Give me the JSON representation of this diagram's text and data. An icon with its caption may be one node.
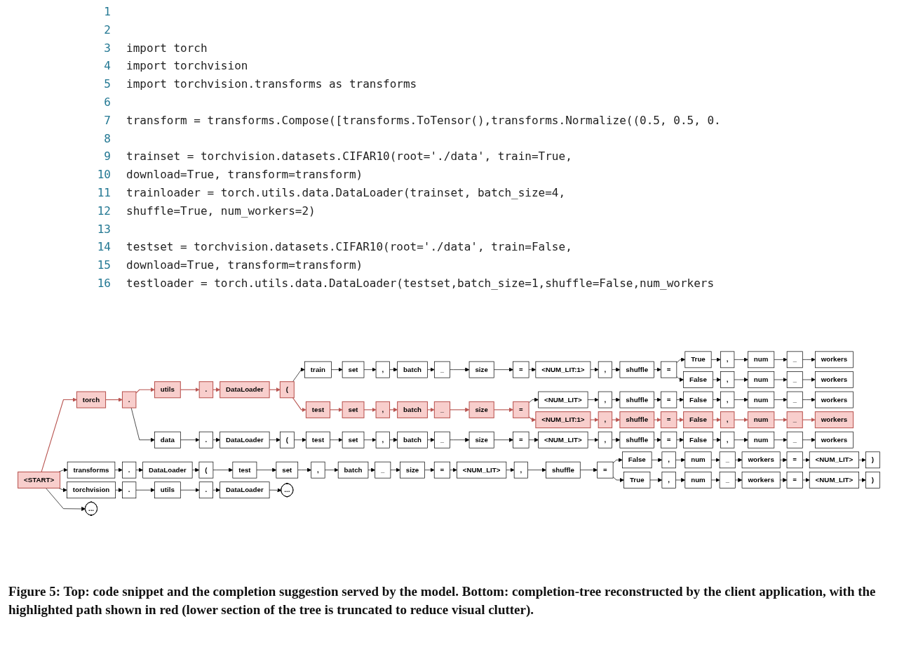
{
  "diagram": {
    "caption": "Figure 5: Top: code snippet and the completion suggestion served by the model. Bottom: completion-tree reconstructed by the client application, with the highlighted path shown in red (lower section of the tree is truncated to reduce visual clutter).",
    "nodes": [
      {
        "text": [
          "<START>"
        ]
      },
      {
        "text": [
          "torch"
        ]
      },
      {
        "text": [
          "."
        ]
      },
      {
        "text": [
          "utils"
        ]
      },
      {
        "text": [
          "."
        ]
      },
      {
        "text": [
          "DataLoader"
        ]
      },
      {
        "text": [
          "("
        ]
      },
      {
        "text": [
          "train"
        ]
      },
      {
        "text": [
          "set"
        ]
      },
      {
        "text": [
          ","
        ]
      },
      {
        "text": [
          "batch"
        ]
      },
      {
        "text": [
          "_"
        ]
      },
      {
        "text": [
          "size"
        ]
      },
      {
        "text": [
          "="
        ]
      },
      {
        "text": [
          "<NUM_LIT:1>"
        ]
      },
      {
        "text": [
          ","
        ]
      },
      {
        "text": [
          "shuffle"
        ]
      },
      {
        "text": [
          "="
        ]
      },
      {
        "text": [
          "True"
        ]
      },
      {
        "text": [
          ","
        ]
      },
      {
        "text": [
          "num"
        ]
      },
      {
        "text": [
          "_"
        ]
      },
      {
        "text": [
          "workers"
        ]
      },
      {
        "text": [
          "False"
        ]
      },
      {
        "text": [
          ","
        ]
      },
      {
        "text": [
          "num"
        ]
      },
      {
        "text": [
          "_"
        ]
      },
      {
        "text": [
          "workers"
        ]
      },
      {
        "text": [
          "test"
        ]
      },
      {
        "text": [
          "set"
        ]
      },
      {
        "text": [
          ","
        ]
      },
      {
        "text": [
          "batch"
        ]
      },
      {
        "text": [
          "_"
        ]
      },
      {
        "text": [
          "size"
        ]
      },
      {
        "text": [
          "="
        ]
      },
      {
        "text": [
          "<NUM_LIT>"
        ]
      },
      {
        "text": [
          ","
        ]
      },
      {
        "text": [
          "shuffle"
        ]
      },
      {
        "text": [
          "="
        ]
      },
      {
        "text": [
          "False"
        ]
      },
      {
        "text": [
          ","
        ]
      },
      {
        "text": [
          "num"
        ]
      },
      {
        "text": [
          "_"
        ]
      },
      {
        "text": [
          "workers"
        ]
      },
      {
        "text": [
          "<NUM_LIT:1>"
        ]
      },
      {
        "text": [
          ","
        ]
      },
      {
        "text": [
          "shuffle"
        ]
      },
      {
        "text": [
          "="
        ]
      },
      {
        "text": [
          "False"
        ]
      },
      {
        "text": [
          ","
        ]
      },
      {
        "text": [
          "num"
        ]
      },
      {
        "text": [
          "_"
        ]
      },
      {
        "text": [
          "workers"
        ]
      },
      {
        "text": [
          "data"
        ]
      },
      {
        "text": [
          "."
        ]
      },
      {
        "text": [
          "DataLoader"
        ]
      },
      {
        "text": [
          "("
        ]
      },
      {
        "text": [
          "test"
        ]
      },
      {
        "text": [
          "set"
        ]
      },
      {
        "text": [
          ","
        ]
      },
      {
        "text": [
          "batch"
        ]
      },
      {
        "text": [
          "_"
        ]
      },
      {
        "text": [
          "size"
        ]
      },
      {
        "text": [
          "="
        ]
      },
      {
        "text": [
          "<NUM_LIT>"
        ]
      },
      {
        "text": [
          ","
        ]
      },
      {
        "text": [
          "shuffle"
        ]
      },
      {
        "text": [
          "="
        ]
      },
      {
        "text": [
          "False"
        ]
      },
      {
        "text": [
          ","
        ]
      },
      {
        "text": [
          "num"
        ]
      },
      {
        "text": [
          "_"
        ]
      },
      {
        "text": [
          "workers"
        ]
      },
      {
        "text": [
          "transforms"
        ]
      },
      {
        "text": [
          "."
        ]
      },
      {
        "text": [
          "DataLoader"
        ]
      },
      {
        "text": [
          "("
        ]
      },
      {
        "text": [
          "test"
        ]
      },
      {
        "text": [
          "set"
        ]
      },
      {
        "text": [
          ","
        ]
      },
      {
        "text": [
          "batch"
        ]
      },
      {
        "text": [
          "_"
        ]
      },
      {
        "text": [
          "size"
        ]
      },
      {
        "text": [
          "="
        ]
      },
      {
        "text": [
          "<NUM_LIT>"
        ]
      },
      {
        "text": [
          ","
        ]
      },
      {
        "text": [
          "shuffle"
        ]
      },
      {
        "text": [
          "="
        ]
      },
      {
        "text": [
          "False"
        ]
      },
      {
        "text": [
          ","
        ]
      },
      {
        "text": [
          "num"
        ]
      },
      {
        "text": [
          "_"
        ]
      },
      {
        "text": [
          "workers"
        ]
      },
      {
        "text": [
          "="
        ]
      },
      {
        "text": [
          "<NUM_LIT>"
        ]
      },
      {
        "text": [
          ")"
        ]
      },
      {
        "text": [
          "True"
        ]
      },
      {
        "text": [
          ","
        ]
      },
      {
        "text": [
          "num"
        ]
      },
      {
        "text": [
          "_"
        ]
      },
      {
        "text": [
          "workers"
        ]
      },
      {
        "text": [
          "="
        ]
      },
      {
        "text": [
          "<NUM_LIT>"
        ]
      },
      {
        "text": [
          ")"
        ]
      },
      {
        "text": [
          "torchvision"
        ]
      },
      {
        "text": [
          "."
        ]
      },
      {
        "text": [
          "utils"
        ]
      },
      {
        "text": [
          "."
        ]
      },
      {
        "text": [
          "DataLoader"
        ]
      },
      {
        "text": [
          "..."
        ]
      },
      {
        "text": [
          "..."
        ]
      }
    ],
    "edges": [
      {
        "from": 0,
        "to": 1,
        "arrow": "to",
        "color": "#b85450"
      },
      {
        "from": 1,
        "to": 2,
        "arrow": "to",
        "color": "#b85450"
      },
      {
        "from": 2,
        "to": 3,
        "arrow": "to",
        "color": "#b85450"
      },
      {
        "from": 3,
        "to": 4,
        "arrow": "to",
        "color": "#b85450"
      },
      {
        "from": 4,
        "to": 5,
        "arrow": "to",
        "color": "#b85450"
      },
      {
        "from": 5,
        "to": 6,
        "arrow": "to",
        "color": "#b85450"
      },
      {
        "from": 6,
        "to": 7,
        "arrow": "to"
      },
      {
        "from": 7,
        "to": 8,
        "arrow": "to"
      },
      {
        "from": 8,
        "to": 9,
        "arrow": "to"
      },
      {
        "from": 9,
        "to": 10,
        "arrow": "to"
      },
      {
        "from": 10,
        "to": 11,
        "arrow": "to"
      },
      {
        "from": 11,
        "to": 12,
        "arrow": "to"
      },
      {
        "from": 12,
        "to": 13,
        "arrow": "to"
      },
      {
        "from": 13,
        "to": 14,
        "arrow": "to"
      },
      {
        "from": 14,
        "to": 15,
        "arrow": "to"
      },
      {
        "from": 15,
        "to": 16,
        "arrow": "to"
      },
      {
        "from": 16,
        "to": 17,
        "arrow": "to"
      },
      {
        "from": 17,
        "to": 18,
        "arrow": "to"
      },
      {
        "from": 18,
        "to": 19,
        "arrow": "to"
      },
      {
        "from": 19,
        "to": 20,
        "arrow": "to"
      },
      {
        "from": 20,
        "to": 21,
        "arrow": "to"
      },
      {
        "from": 21,
        "to": 22,
        "arrow": "to"
      },
      {
        "from": 17,
        "to": 23,
        "arrow": "to"
      },
      {
        "from": 23,
        "to": 24,
        "arrow": "to"
      },
      {
        "from": 24,
        "to": 25,
        "arrow": "to"
      },
      {
        "from": 25,
        "to": 26,
        "arrow": "to"
      },
      {
        "from": 26,
        "to": 27,
        "arrow": "to"
      },
      {
        "from": 6,
        "to": 28,
        "arrow": "to",
        "color": "#b85450"
      },
      {
        "from": 28,
        "to": 29,
        "arrow": "to",
        "color": "#b85450"
      },
      {
        "from": 29,
        "to": 30,
        "arrow": "to",
        "color": "#b85450"
      },
      {
        "from": 30,
        "to": 31,
        "arrow": "to",
        "color": "#b85450"
      },
      {
        "from": 31,
        "to": 32,
        "arrow": "to",
        "color": "#b85450"
      },
      {
        "from": 32,
        "to": 33,
        "arrow": "to",
        "color": "#b85450"
      },
      {
        "from": 33,
        "to": 34,
        "arrow": "to",
        "color": "#b85450"
      },
      {
        "from": 34,
        "to": 35,
        "arrow": "to"
      },
      {
        "from": 35,
        "to": 36,
        "arrow": "to"
      },
      {
        "from": 36,
        "to": 37,
        "arrow": "to"
      },
      {
        "from": 37,
        "to": 38,
        "arrow": "to"
      },
      {
        "from": 38,
        "to": 39,
        "arrow": "to"
      },
      {
        "from": 39,
        "to": 40,
        "arrow": "to"
      },
      {
        "from": 40,
        "to": 41,
        "arrow": "to"
      },
      {
        "from": 41,
        "to": 42,
        "arrow": "to"
      },
      {
        "from": 42,
        "to": 43,
        "arrow": "to"
      },
      {
        "from": 34,
        "to": 44,
        "arrow": "to",
        "color": "#b85450"
      },
      {
        "from": 44,
        "to": 45,
        "arrow": "to",
        "color": "#b85450"
      },
      {
        "from": 45,
        "to": 46,
        "arrow": "to",
        "color": "#b85450"
      },
      {
        "from": 46,
        "to": 47,
        "arrow": "to",
        "color": "#b85450"
      },
      {
        "from": 47,
        "to": 48,
        "arrow": "to",
        "color": "#b85450"
      },
      {
        "from": 48,
        "to": 49,
        "arrow": "to",
        "color": "#b85450"
      },
      {
        "from": 49,
        "to": 50,
        "arrow": "to",
        "color": "#b85450"
      },
      {
        "from": 50,
        "to": 51,
        "arrow": "to",
        "color": "#b85450"
      },
      {
        "from": 51,
        "to": 52,
        "arrow": "to",
        "color": "#b85450"
      },
      {
        "from": 2,
        "to": 53,
        "arrow": "to"
      },
      {
        "from": 53,
        "to": 54,
        "arrow": "to"
      },
      {
        "from": 54,
        "to": 55,
        "arrow": "to"
      },
      {
        "from": 55,
        "to": 56,
        "arrow": "to"
      },
      {
        "from": 56,
        "to": 57,
        "arrow": "to"
      },
      {
        "from": 57,
        "to": 58,
        "arrow": "to"
      },
      {
        "from": 58,
        "to": 59,
        "arrow": "to"
      },
      {
        "from": 59,
        "to": 60,
        "arrow": "to"
      },
      {
        "from": 60,
        "to": 61,
        "arrow": "to"
      },
      {
        "from": 61,
        "to": 62,
        "arrow": "to"
      },
      {
        "from": 62,
        "to": 63,
        "arrow": "to"
      },
      {
        "from": 63,
        "to": 64,
        "arrow": "to"
      },
      {
        "from": 64,
        "to": 65,
        "arrow": "to"
      },
      {
        "from": 65,
        "to": 66,
        "arrow": "to"
      },
      {
        "from": 66,
        "to": 67,
        "arrow": "to"
      },
      {
        "from": 67,
        "to": 68,
        "arrow": "to"
      },
      {
        "from": 68,
        "to": 69,
        "arrow": "to"
      },
      {
        "from": 69,
        "to": 70,
        "arrow": "to"
      },
      {
        "from": 70,
        "to": 71,
        "arrow": "to"
      },
      {
        "from": 71,
        "to": 72,
        "arrow": "to"
      },
      {
        "from": 0,
        "to": 73,
        "arrow": "to"
      },
      {
        "from": 73,
        "to": 74,
        "arrow": "to"
      },
      {
        "from": 74,
        "to": 75,
        "arrow": "to"
      },
      {
        "from": 75,
        "to": 76,
        "arrow": "to"
      },
      {
        "from": 76,
        "to": 77,
        "arrow": "to"
      },
      {
        "from": 77,
        "to": 78,
        "arrow": "to"
      },
      {
        "from": 78,
        "to": 79,
        "arrow": "to"
      },
      {
        "from": 79,
        "to": 80,
        "arrow": "to"
      },
      {
        "from": 80,
        "to": 81,
        "arrow": "to"
      },
      {
        "from": 81,
        "to": 82,
        "arrow": "to"
      },
      {
        "from": 82,
        "to": 83,
        "arrow": "to"
      },
      {
        "from": 83,
        "to": 84,
        "arrow": "to"
      },
      {
        "from": 84,
        "to": 85,
        "arrow": "to"
      },
      {
        "from": 85,
        "to": 86,
        "arrow": "to"
      },
      {
        "from": 86,
        "to": 87,
        "arrow": "to"
      },
      {
        "from": 87,
        "to": 88,
        "arrow": "to"
      },
      {
        "from": 88,
        "to": 89,
        "arrow": "to"
      },
      {
        "from": 89,
        "to": 90,
        "arrow": "to"
      },
      {
        "from": 90,
        "to": 91,
        "arrow": "to"
      },
      {
        "from": 91,
        "to": 92,
        "arrow": "to"
      },
      {
        "from": 92,
        "to": 93,
        "arrow": "to"
      },
      {
        "from": 93,
        "to": 94,
        "arrow": "to"
      },
      {
        "from": 94,
        "to": 95,
        "arrow": "to"
      },
      {
        "from": 87,
        "to": 96,
        "arrow": "to"
      },
      {
        "from": 96,
        "to": 97,
        "arrow": "to"
      },
      {
        "from": 97,
        "to": 98,
        "arrow": "to"
      },
      {
        "from": 98,
        "to": 99,
        "arrow": "to"
      },
      {
        "from": 99,
        "to": 100,
        "arrow": "to"
      },
      {
        "from": 100,
        "to": 101,
        "arrow": "to"
      },
      {
        "from": 101,
        "to": 102,
        "arrow": "to"
      },
      {
        "from": 102,
        "to": 103,
        "arrow": "to"
      },
      {
        "from": 0,
        "to": 104,
        "arrow": "to"
      },
      {
        "from": 104,
        "to": 105,
        "arrow": "to"
      },
      {
        "from": 105,
        "to": 106,
        "arrow": "to"
      },
      {
        "from": 106,
        "to": 107,
        "arrow": "to"
      },
      {
        "from": 107,
        "to": 108,
        "arrow": "to"
      },
      {
        "from": 108,
        "to": 109,
        "arrow": "to"
      },
      {
        "from": 0,
        "to": 110,
        "arrow": "to"
      }
    ],
    "labels": [
      "1",
      "2",
      "3",
      "import torch",
      "4",
      "import torchvision",
      "5",
      "import torchvision.transforms as transforms",
      "6",
      "7",
      "transform = transforms.Compose([transforms.ToTensor(),transforms.Normalize((0.5, 0.5, 0.",
      "8",
      "9",
      "trainset = torchvision.datasets.CIFAR10(root='./data', train=True,",
      "10",
      "download=True, transform=transform)",
      "11",
      "trainloader = torch.utils.data.DataLoader(trainset, batch_size=4,",
      "12",
      "shuffle=True, num_workers=2)",
      "13",
      "14",
      "testset = torchvision.datasets.CIFAR10(root='./data', train=False,",
      "15",
      "download=True, transform=transform)",
      "16",
      "testloader = torch.utils.data.DataLoader(testset,batch_size=1,shuffle=False,num_workers"
    ]
  }
}
